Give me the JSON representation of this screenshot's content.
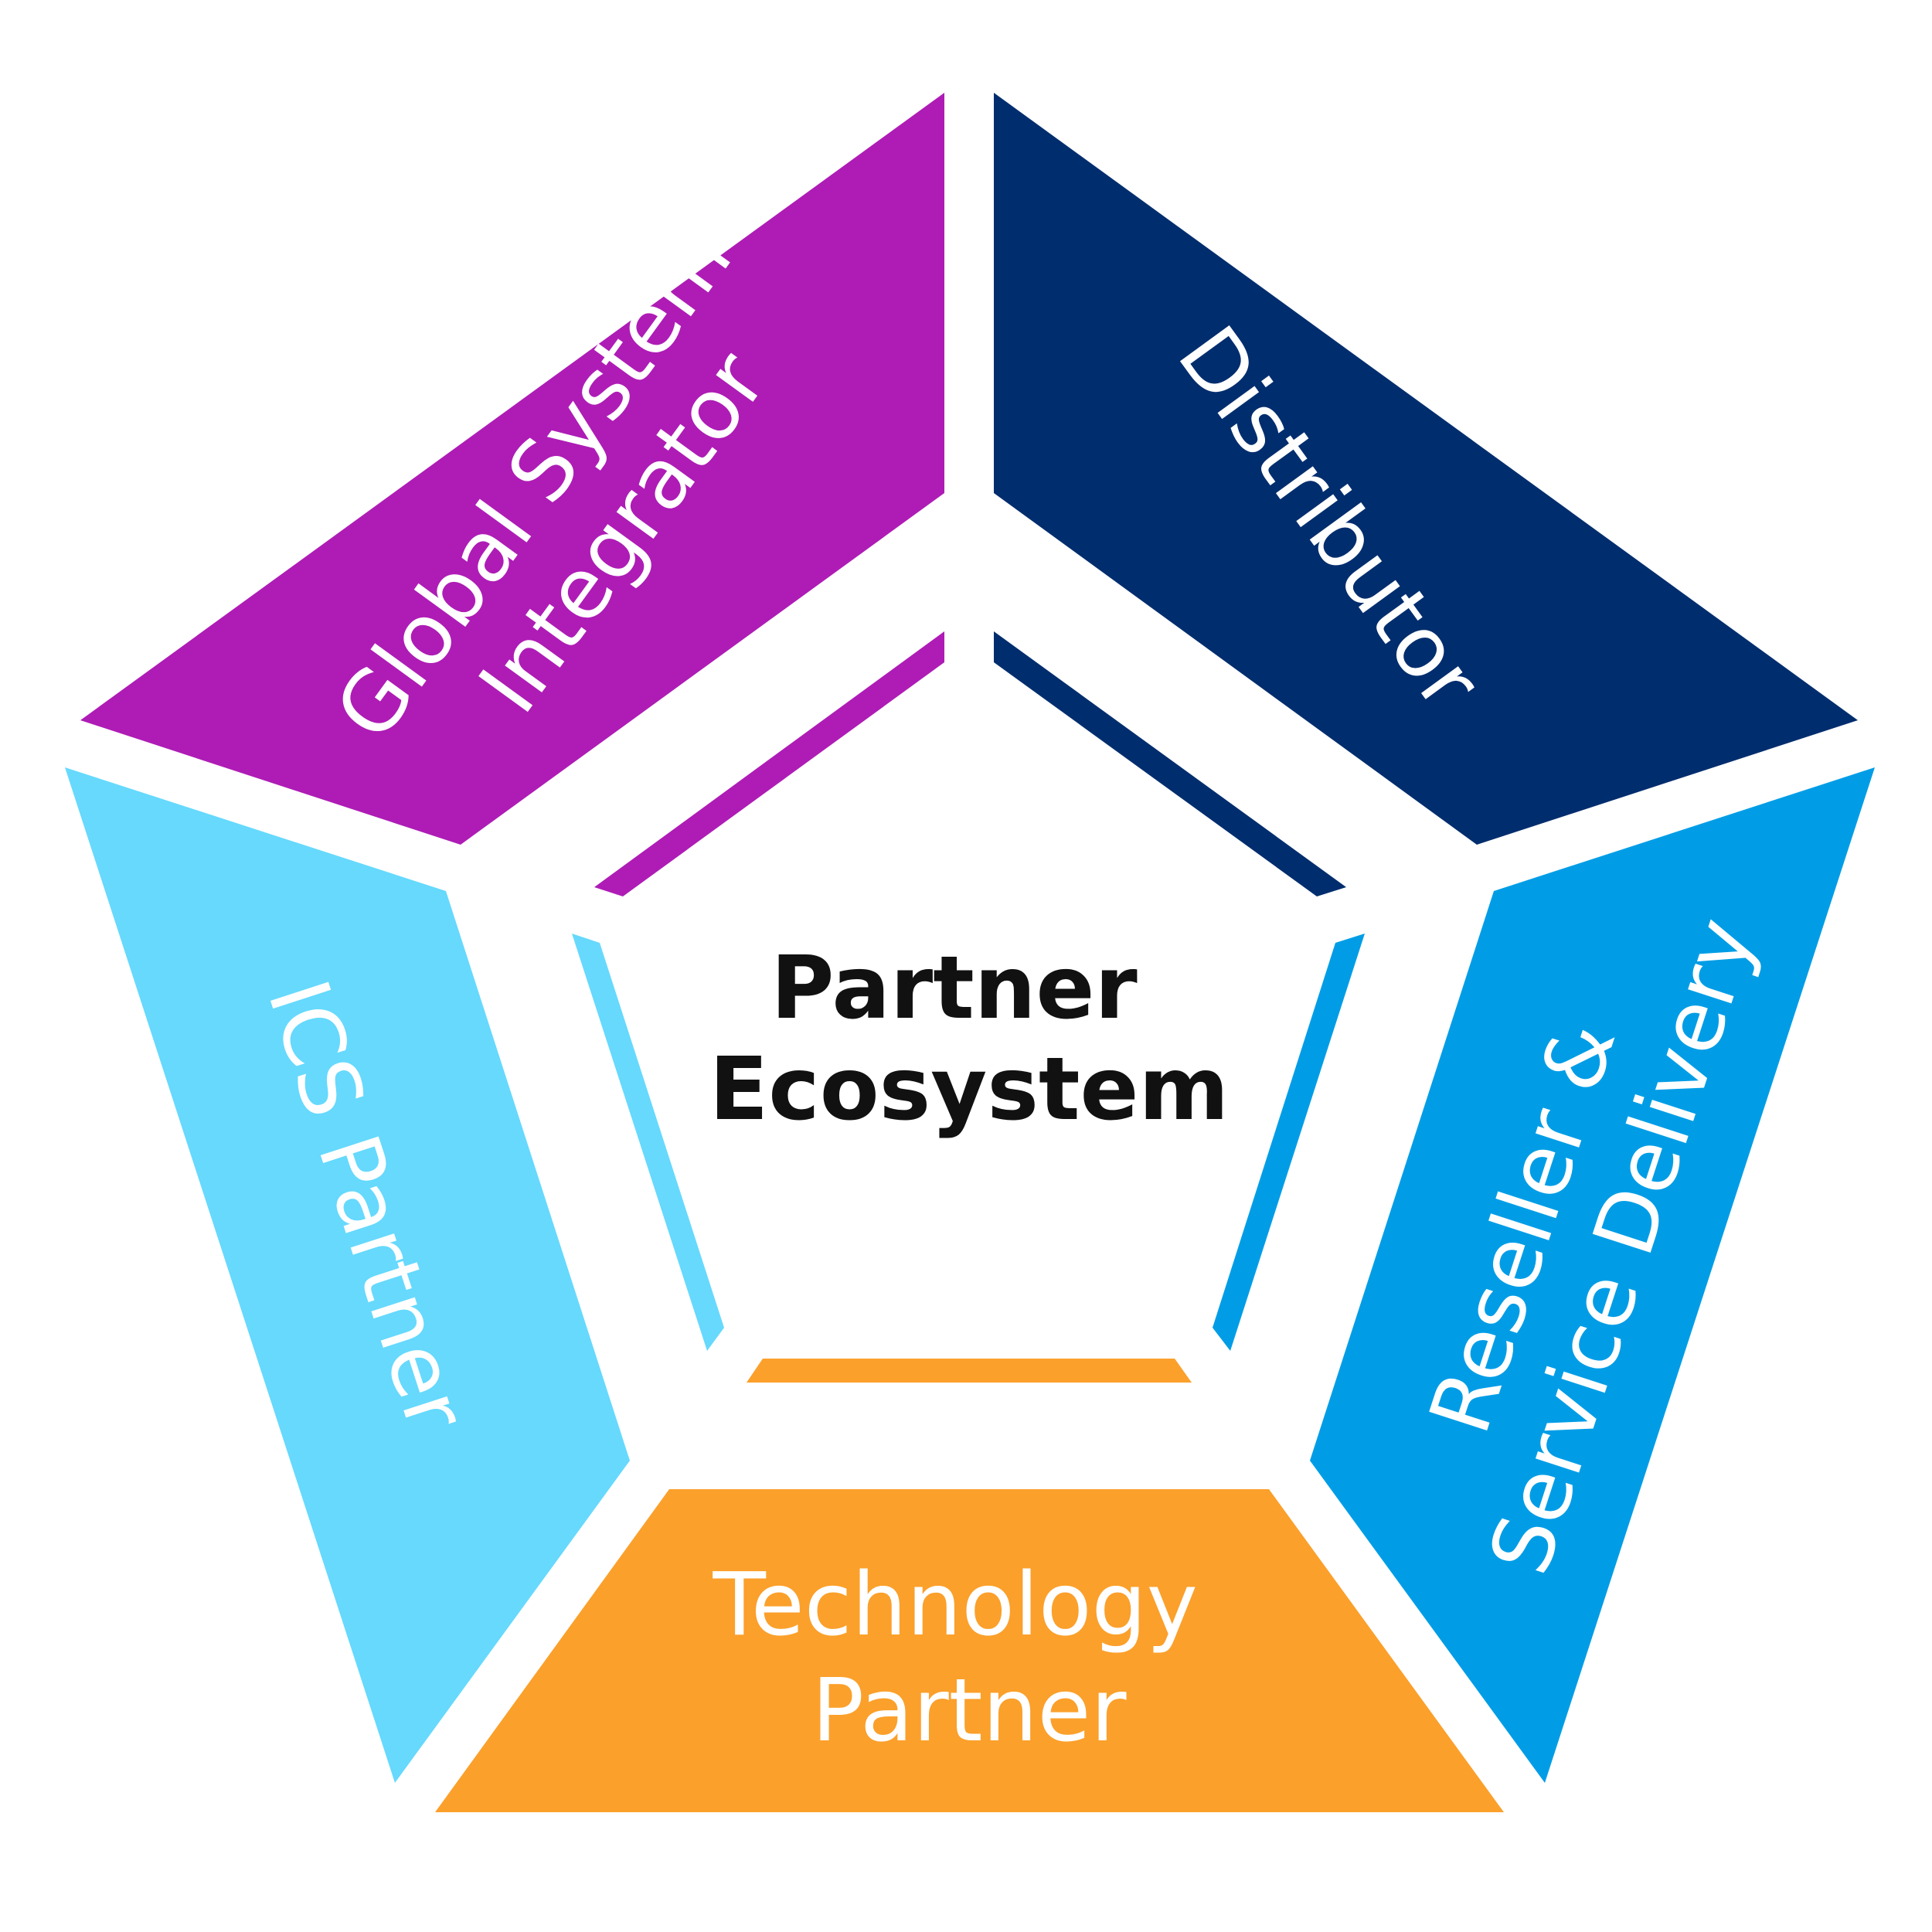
{
  "colors": {
    "global_system_integrator": "#AE1CB5",
    "distributor": "#002D6E",
    "reseller_service_delivery": "#009DE6",
    "technology_partner": "#FBA02B",
    "ics_partner": "#66D9FD",
    "background": "#FFFFFF",
    "center_text": "#111111",
    "label_text": "#FFFFFF"
  },
  "center": {
    "line1": "Partner",
    "line2": "Ecosystem"
  },
  "segments": {
    "global_system_integrator": {
      "line1": "Global System",
      "line2": "Integrator"
    },
    "distributor": {
      "line1": "Distributor"
    },
    "reseller_service_delivery": {
      "line1": "Reseller &",
      "line2": "Service Delivery"
    },
    "technology_partner": {
      "line1": "Technology",
      "line2": "Partner"
    },
    "ics_partner": {
      "line1": "ICS Partner"
    }
  }
}
